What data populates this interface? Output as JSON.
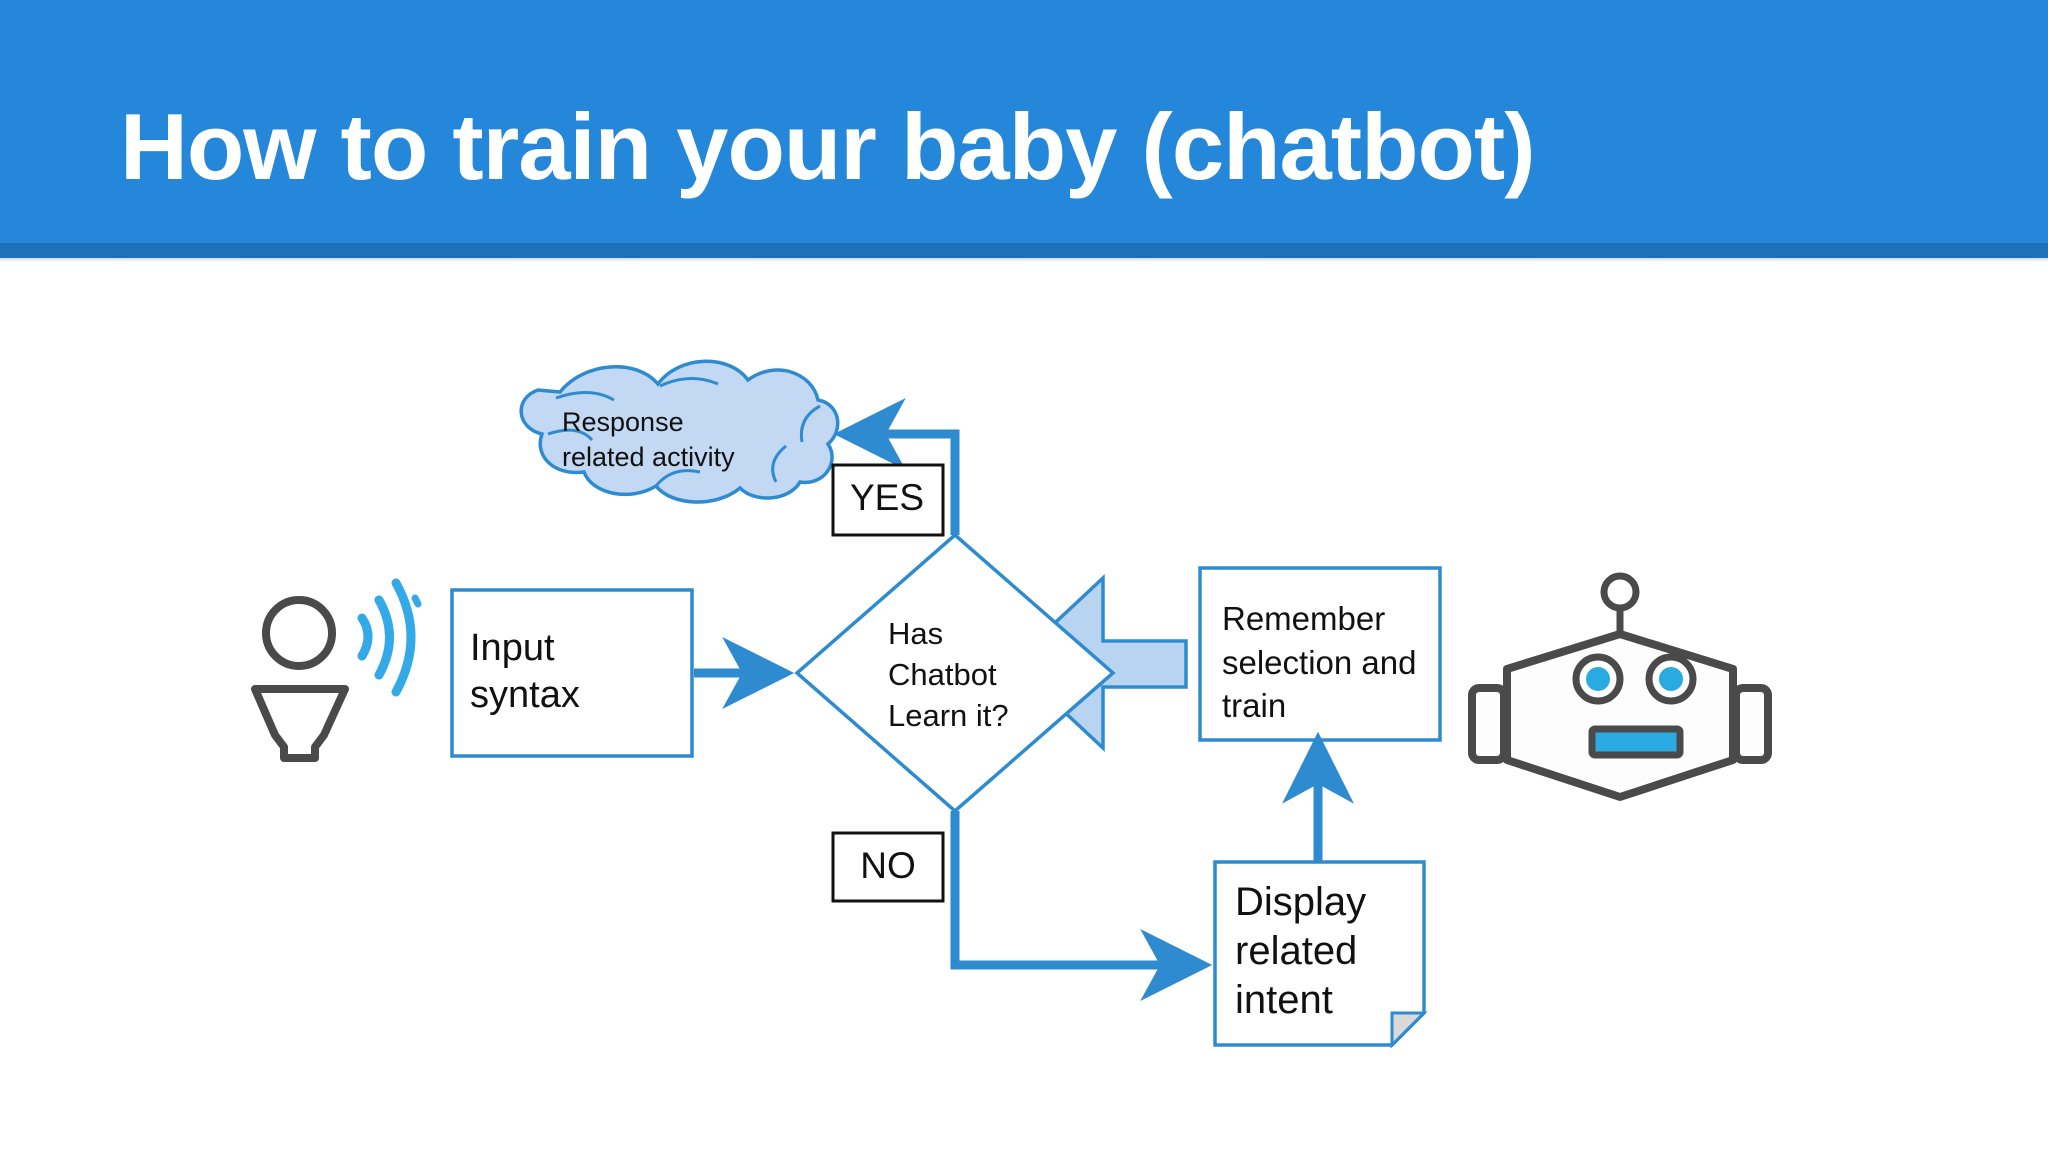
{
  "slide": {
    "title": "How to train your baby (chatbot)",
    "header_color": "#2587da",
    "header_underline_color": "#1f70b8",
    "background_color": "#ffffff"
  },
  "diagram": {
    "type": "flowchart",
    "accent_color": "#2e8bd0",
    "cloud_fill": "#c3d8f2",
    "arrow_fill": "#b9d4f0",
    "icon_outline": "#4a4a4a",
    "nodes": {
      "cloud": {
        "shape": "cloud",
        "text": "Response\nrelated activity"
      },
      "input": {
        "shape": "rectangle",
        "text": "Input\nsyntax"
      },
      "decision": {
        "shape": "diamond",
        "text": "Has\nChatbot\nLearn it?"
      },
      "remember": {
        "shape": "rectangle",
        "text": "Remember\nselection and\ntrain"
      },
      "display": {
        "shape": "folded-note",
        "text": "Display\nrelated\nintent"
      }
    },
    "edge_labels": {
      "yes": "YES",
      "no": "NO"
    },
    "icons": {
      "left": "person-speaking-icon",
      "right": "robot-head-icon"
    }
  }
}
